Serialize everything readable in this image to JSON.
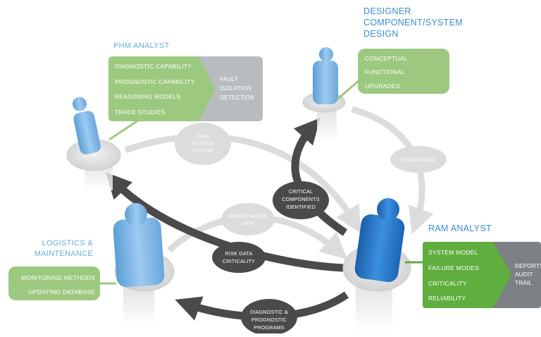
{
  "roles": {
    "phm_analyst": "PHM ANALYST",
    "designer": [
      "DESIGNER",
      "COMPONENT/SYSTEM",
      "DESIGN"
    ],
    "ram_analyst": "RAM ANALYST",
    "logistics": [
      "LOGISTICS &",
      "MAINTENANCE"
    ]
  },
  "phm_box": {
    "items": [
      "DIAGNOSTIC CAPABILITY",
      "PROGNOSTIC CAPABILITY",
      "REASONING MODELS",
      "TRADE STUDIES"
    ],
    "output": [
      "FAULT",
      "ISOLATION",
      "DETECTION"
    ]
  },
  "designer_box": {
    "items": [
      "CONCEPTUAL",
      "FUNCTIONAL",
      "UPGRADES"
    ]
  },
  "ram_box": {
    "items": [
      "SYSTEM MODEL",
      "FAILURE MODES",
      "CRITICALITY",
      "RELIABILITY"
    ],
    "output": [
      "REPORTS",
      "AUDIT",
      "TRAIL"
    ]
  },
  "logistics_box": {
    "items": [
      "MONITORING METHODS",
      "UPDATING DATABASE"
    ]
  },
  "light_labels": {
    "phm_system_design": [
      "PHM",
      "SYSTEM",
      "DESIGN"
    ],
    "design_data": [
      "DESIGN DATA"
    ],
    "maintenance_data": [
      "MAINTENANCE",
      "DATA"
    ]
  },
  "dark_labels": {
    "critical_components": [
      "CRITICAL",
      "COMPONENTS",
      "IDENTIFIED"
    ],
    "risk_data": [
      "RISK DATA",
      "CRITICALITY"
    ],
    "diag_prog": [
      "DIAGNOSTIC &",
      "PROGNOSTIC",
      "PROGRAMS"
    ]
  },
  "colors": {
    "green": "#9cc97f",
    "green_dark": "#5fae3e",
    "gray_box": "#b9bcbf",
    "gray_box_dark": "#7d8186",
    "light_arrow": "#dcdcdc",
    "dark_arrow": "#4a4a4a",
    "figure_light": "#7fb8e3",
    "figure_dark": "#1f6fc0"
  }
}
